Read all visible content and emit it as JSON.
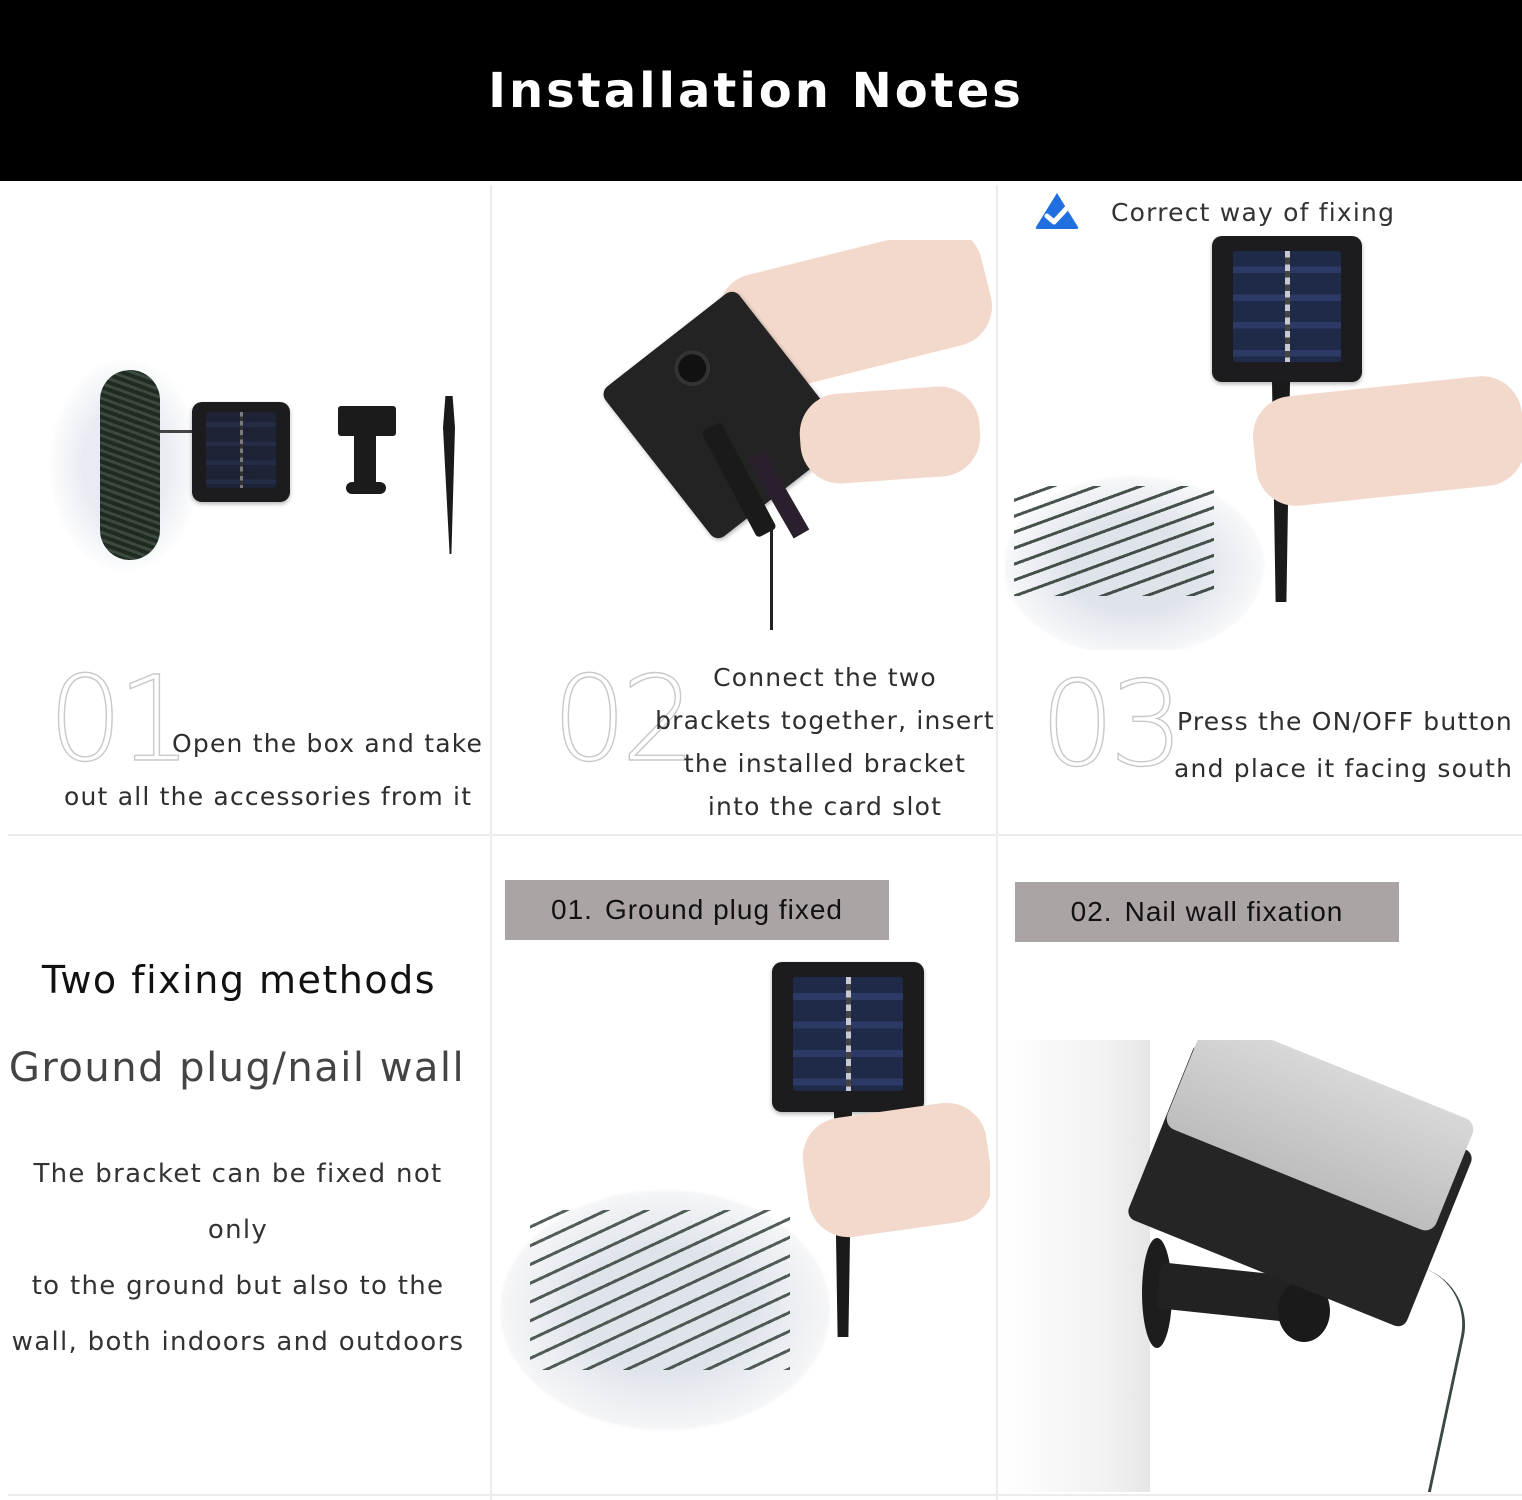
{
  "header": {
    "title": "Installation Notes"
  },
  "steps": [
    {
      "number": "01",
      "text_line1": "Open the box and take",
      "text_line2": "out all the accessories from it"
    },
    {
      "number": "02",
      "text_lines": [
        "Connect the two",
        "brackets together, insert",
        "the installed bracket",
        "into the card slot"
      ]
    },
    {
      "number": "03",
      "text_line1": "Press the ON/OFF button",
      "text_line2": "and place it facing south"
    }
  ],
  "correct_badge": {
    "icon": "check-triangle-icon",
    "label": "Correct way of fixing",
    "color": "#1f6fe0"
  },
  "methods": {
    "title": "Two fixing methods",
    "subtitle": "Ground plug/nail wall",
    "description_lines": [
      "The bracket can be fixed not only",
      "to the ground but also to the",
      "wall, both indoors and outdoors"
    ]
  },
  "tags": [
    {
      "number": "01.",
      "label": "Ground plug fixed"
    },
    {
      "number": "02.",
      "label": "Nail wall fixation"
    }
  ],
  "colors": {
    "header_bg": "#000000",
    "tag_bg": "#aba4a4",
    "divider": "#ececec"
  }
}
